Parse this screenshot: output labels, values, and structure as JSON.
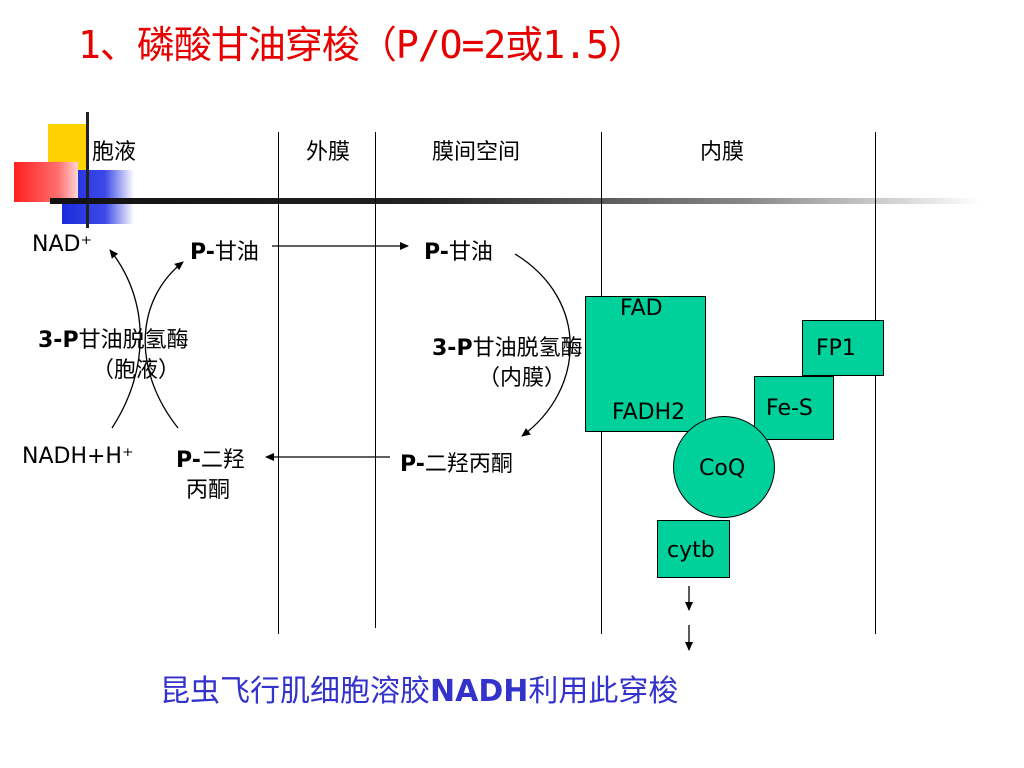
{
  "title": "1、磷酸甘油穿梭（P/O=2或1.5）",
  "headers": {
    "cytosol": "胞液",
    "outer_membrane": "外膜",
    "intermembrane_space": "膜间空间",
    "inner_membrane": "内膜"
  },
  "cytosol_side": {
    "nad_plus": "NAD⁺",
    "nadh": "NADH+H⁺",
    "p_glycerol_prefix": "P-",
    "p_glycerol_name": "甘油",
    "enzyme_prefix": "3-P",
    "enzyme_name": "甘油脱氢酶",
    "enzyme_location": "（胞液）",
    "p_dhap_prefix": "P-",
    "p_dhap_line1": "二羟",
    "p_dhap_line2": "丙酮"
  },
  "membrane_side": {
    "p_glycerol_prefix": "P-",
    "p_glycerol_name": "甘油",
    "enzyme_prefix": "3-P",
    "enzyme_name": "甘油脱氢酶",
    "enzyme_location": "（内膜）",
    "p_dhap_prefix": "P-",
    "p_dhap_name": "二羟丙酮"
  },
  "complex": {
    "fad": "FAD",
    "fadh2": "FADH2",
    "fp1": "FP1",
    "fe_s": "Fe-S",
    "coq": "CoQ",
    "cytb": "cytb"
  },
  "colors": {
    "title": "#e60000",
    "complex_fill": "#00d09a",
    "footer": "#3333cc"
  },
  "footer": {
    "prefix": "昆虫飞行肌细胞溶胶",
    "bold": "NADH",
    "suffix": "利用此穿梭"
  }
}
